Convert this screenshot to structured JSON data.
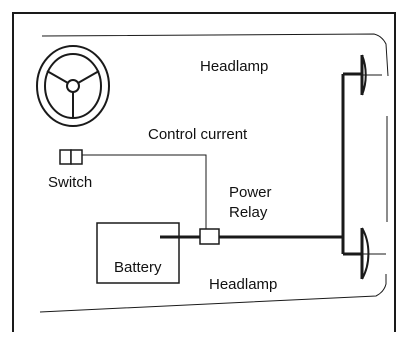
{
  "labels": {
    "headlamp_top": "Headlamp",
    "control_current": "Control current",
    "switch": "Switch",
    "power_relay_line1": "Power",
    "power_relay_line2": "Relay",
    "battery": "Battery",
    "headlamp_bottom": "Headlamp"
  },
  "colors": {
    "line": "#1a1a1a",
    "background": "#ffffff"
  },
  "icons": {
    "steering_wheel": "steering-wheel-icon",
    "switch": "switch-icon",
    "relay": "relay-icon",
    "headlamp": "headlamp-icon"
  }
}
